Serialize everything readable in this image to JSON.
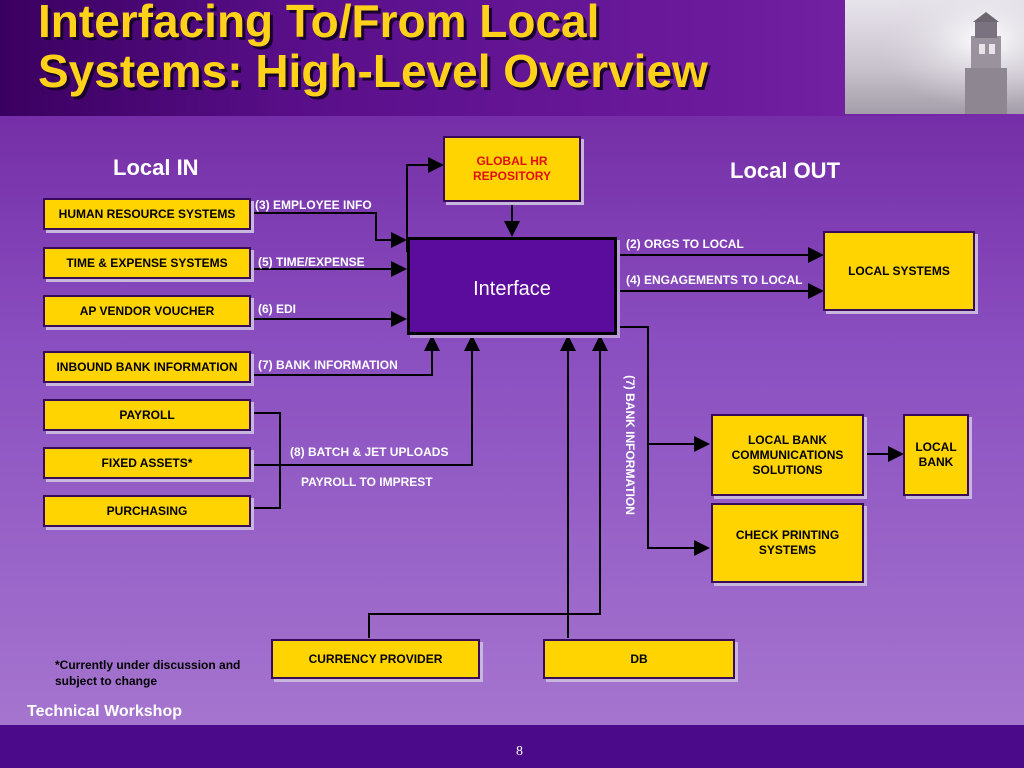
{
  "title": "Interfacing To/From Local Systems: High-Level Overview",
  "title_line1": "Interfacing To/From Local",
  "title_line2": "Systems: High-Level Overview",
  "local_in": "Local IN",
  "local_out": "Local OUT",
  "interface": "Interface",
  "global_hr": "GLOBAL HR REPOSITORY",
  "inputs": [
    "HUMAN RESOURCE SYSTEMS",
    "TIME & EXPENSE SYSTEMS",
    "AP VENDOR VOUCHER",
    "INBOUND BANK INFORMATION",
    "PAYROLL",
    "FIXED ASSETS*",
    "PURCHASING"
  ],
  "input_labels": {
    "employee_info": "(3) EMPLOYEE INFO",
    "time_expense": "(5) TIME/EXPENSE",
    "edi": "(6) EDI",
    "bank_info": "(7) BANK INFORMATION",
    "batch_jet": "(8) BATCH & JET UPLOADS",
    "payroll_imprest": "PAYROLL TO IMPREST"
  },
  "output_labels": {
    "orgs": "(2) ORGS TO LOCAL",
    "engagements": "(4) ENGAGEMENTS TO LOCAL",
    "bank_info_vertical": "(7) BANK INFORMATION"
  },
  "outputs": {
    "local_systems": "LOCAL SYSTEMS",
    "local_bank_comm": "LOCAL BANK COMMUNICATIONS SOLUTIONS",
    "local_bank": "LOCAL BANK",
    "check_printing": "CHECK PRINTING SYSTEMS"
  },
  "bottom": {
    "currency": "CURRENCY PROVIDER",
    "db": "DB"
  },
  "note": "*Currently under discussion and subject to change",
  "footer_left": "Technical Workshop",
  "page_number": "8",
  "colors": {
    "box": "#ffd400",
    "title": "#ffd21a",
    "interface": "#5b0c9c",
    "background": "#8a4fc0"
  }
}
